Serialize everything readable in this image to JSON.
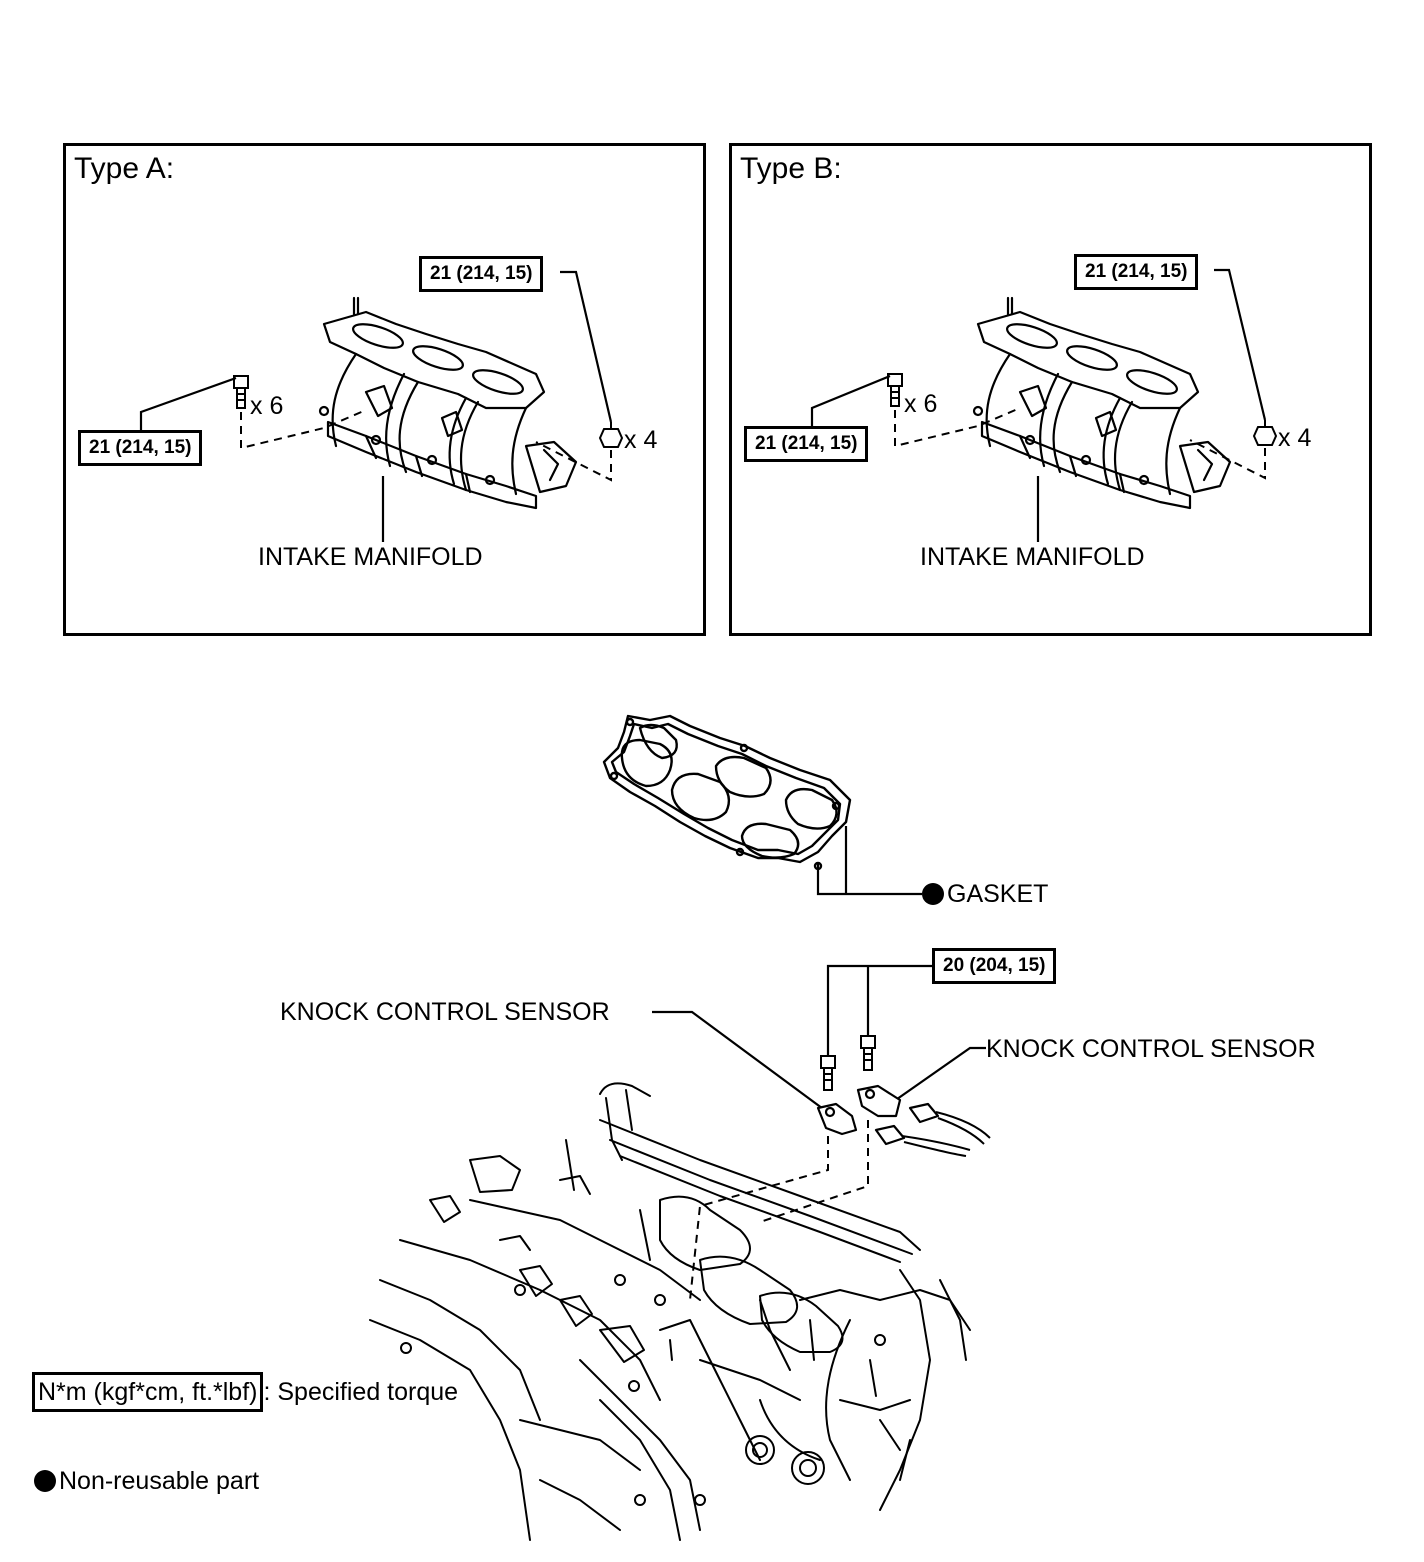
{
  "panels": [
    {
      "title": "Type A:",
      "torque_bolts": "21 (214, 15)",
      "torque_nuts": "21 (214, 15)",
      "bolt_count": "x 6",
      "nut_count": "x 4",
      "part_label": "INTAKE MANIFOLD"
    },
    {
      "title": "Type B:",
      "torque_bolts": "21 (214, 15)",
      "torque_nuts": "21 (214, 15)",
      "bolt_count": "x 6",
      "nut_count": "x 4",
      "part_label": "INTAKE MANIFOLD"
    }
  ],
  "lower": {
    "gasket_label": "GASKET",
    "sensor_torque": "20 (204, 15)",
    "sensor_left_label": "KNOCK CONTROL SENSOR",
    "sensor_right_label": "KNOCK CONTROL SENSOR"
  },
  "legend": {
    "torque_units": "N*m (kgf*cm, ft.*lbf)",
    "torque_desc": ": Specified torque",
    "nonreusable_desc": "Non-reusable part"
  }
}
